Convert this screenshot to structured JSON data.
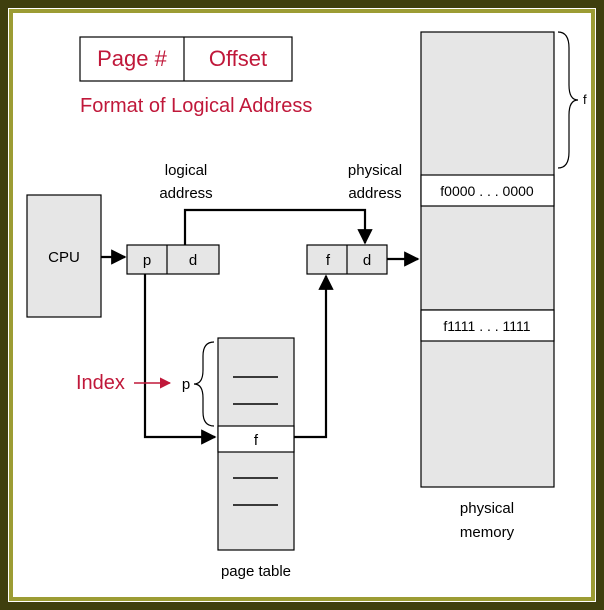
{
  "format": {
    "page_label": "Page #",
    "offset_label": "Offset",
    "caption": "Format of Logical Address"
  },
  "logical_address": {
    "line1": "logical",
    "line2": "address",
    "p": "p",
    "d": "d"
  },
  "physical_address": {
    "line1": "physical",
    "line2": "address",
    "f": "f",
    "d": "d"
  },
  "cpu_label": "CPU",
  "index_label": "Index",
  "page_table": {
    "p_label": "p",
    "f_entry": "f",
    "caption": "page table"
  },
  "memory": {
    "frame_start": "f0000 . . . 0000",
    "frame_end": "f1111 . . . 1111",
    "f_brace_label": "f",
    "caption_line1": "physical",
    "caption_line2": "memory"
  },
  "colors": {
    "frame_dark": "#3f3f0e",
    "frame_light": "#9c9c34",
    "box_fill": "#e6e6e6",
    "accent_red": "#c0183a"
  }
}
